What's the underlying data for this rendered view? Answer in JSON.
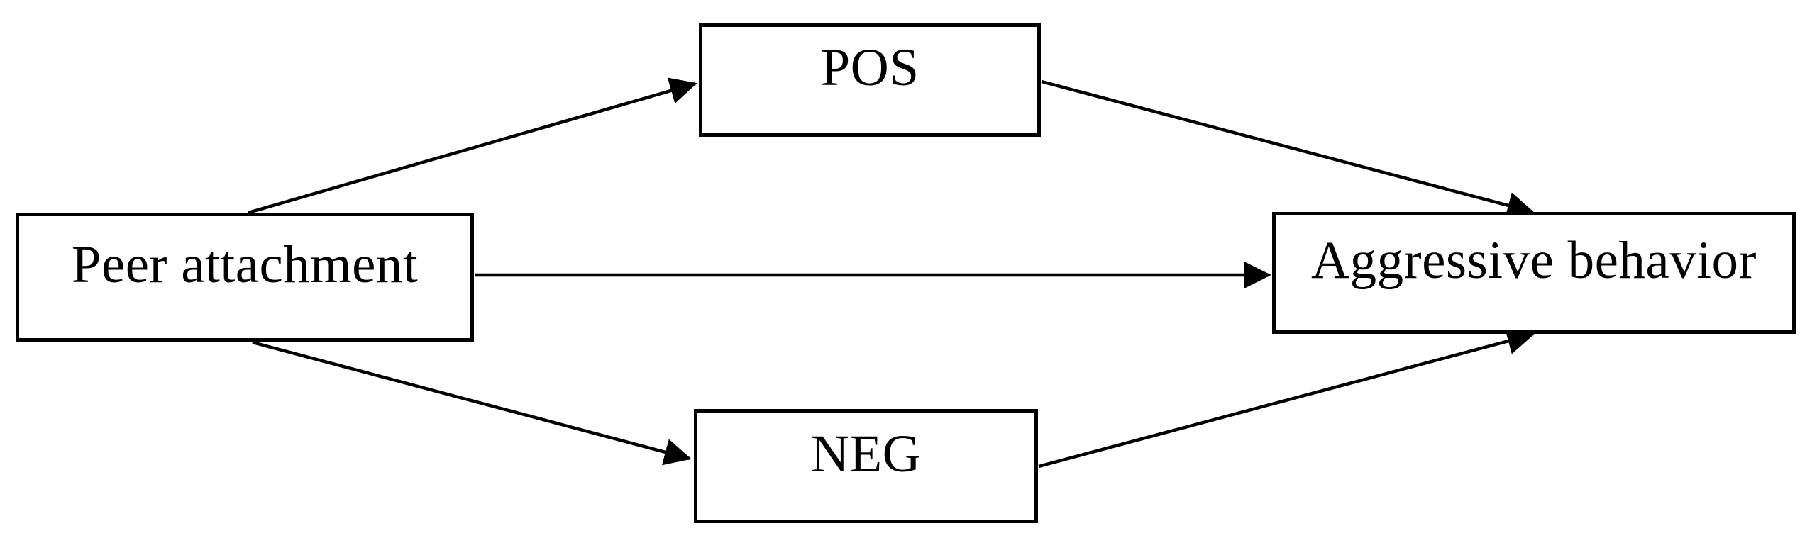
{
  "diagram": {
    "type": "path-model",
    "nodes": {
      "peer": {
        "label": "Peer attachment",
        "role": "predictor"
      },
      "pos": {
        "label": "POS",
        "role": "mediator"
      },
      "neg": {
        "label": "NEG",
        "role": "mediator"
      },
      "aggressive": {
        "label": "Aggressive behavior",
        "role": "outcome"
      }
    },
    "edges": [
      {
        "from": "peer",
        "to": "pos"
      },
      {
        "from": "peer",
        "to": "aggressive"
      },
      {
        "from": "pos",
        "to": "aggressive"
      },
      {
        "from": "peer",
        "to": "neg"
      },
      {
        "from": "neg",
        "to": "aggressive"
      }
    ],
    "colors": {
      "line": "#000000",
      "box_border": "#000000",
      "box_fill": "#ffffff",
      "background": "#ffffff",
      "text": "#000000"
    }
  }
}
